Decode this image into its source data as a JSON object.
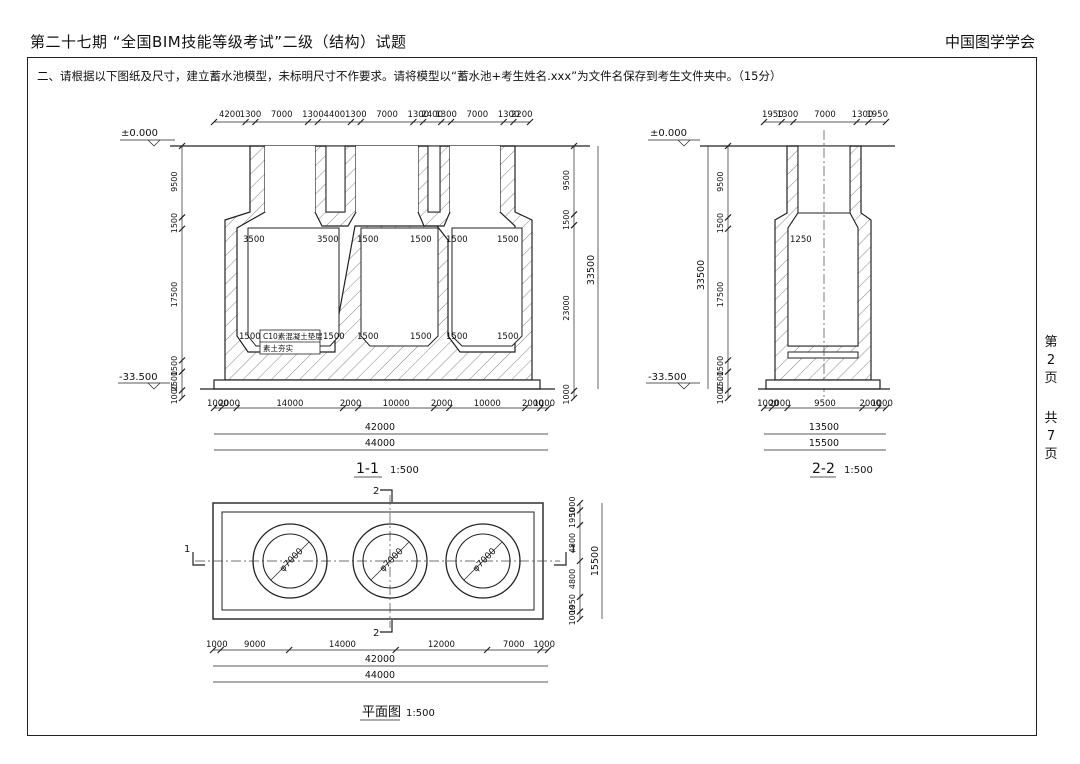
{
  "header": {
    "title": "第二十七期 “全国BIM技能等级考试”二级（结构）试题",
    "org": "中国图学学会"
  },
  "instruction": "二、请根据以下图纸及尺寸，建立蓄水池模型，未标明尺寸不作要求。请将模型以“蓄水池+考生姓名.xxx”为文件名保存到考生文件夹中。（15分）",
  "page_marker": [
    "第",
    "2",
    "页",
    "共",
    "7",
    "页"
  ],
  "section_1": {
    "title": "1-1",
    "scale": "1:500",
    "top_dims": [
      "4200",
      "1300",
      "7000",
      "1300",
      "4400",
      "1300",
      "7000",
      "1300",
      "2400",
      "1300",
      "7000",
      "1300",
      "2200"
    ],
    "bottom_dims": [
      "1000",
      "2000",
      "14000",
      "2000",
      "10000",
      "2000",
      "10000",
      "2000",
      "1000"
    ],
    "total_inner": "42000",
    "total_outer": "44000",
    "left_dims": [
      "9500",
      "1500",
      "17500",
      "1500",
      "2500",
      "1000"
    ],
    "right_dims": [
      "9500",
      "1500",
      "23000",
      "1000"
    ],
    "overall_height": "33500",
    "elev_top": "±0.000",
    "elev_bottom": "-33.500",
    "chamfer_labels": [
      "3500",
      "3500",
      "1500",
      "1500",
      "1500",
      "1500",
      "1500",
      "1500",
      "1500",
      "1500",
      "1500",
      "1500"
    ],
    "note_line1": "C10素混凝土垫层",
    "note_line2": "素土夯实"
  },
  "section_2": {
    "title": "2-2",
    "scale": "1:500",
    "top_dims": [
      "1950",
      "1300",
      "7000",
      "1300",
      "1950"
    ],
    "bottom_dims": [
      "1000",
      "2000",
      "9500",
      "2000",
      "1000"
    ],
    "total_inner": "13500",
    "total_outer": "15500",
    "left_dims": [
      "9500",
      "1500",
      "17500",
      "1500",
      "2500",
      "1000"
    ],
    "overall_height": "33500",
    "chamfer_label": "1250",
    "elev_top": "±0.000",
    "elev_bottom": "-33.500"
  },
  "plan": {
    "title": "平面图",
    "scale": "1:500",
    "circles": [
      "φ7000",
      "φ7000",
      "φ7000"
    ],
    "bottom_dims": [
      "1000",
      "9000",
      "14000",
      "12000",
      "7000",
      "1000"
    ],
    "total_inner": "42000",
    "total_outer": "44000",
    "right_dims": [
      "1000",
      "1950",
      "4800",
      "4800",
      "1950",
      "1000"
    ],
    "right_total": "15500",
    "cut_1": "1",
    "cut_2": "2"
  }
}
